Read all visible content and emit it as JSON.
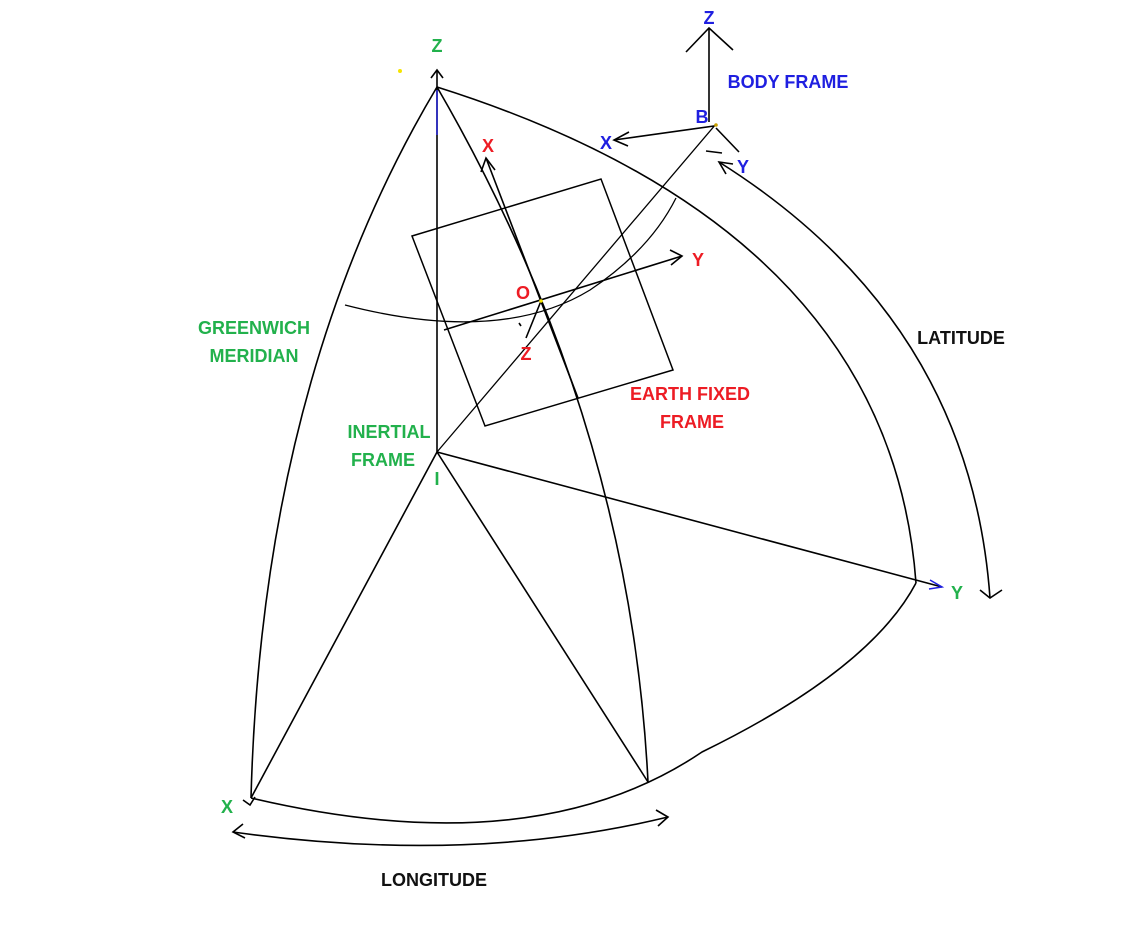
{
  "colors": {
    "inertial": "#22b14c",
    "earth_fixed": "#ed1c24",
    "body": "#1f1fe0",
    "neutral": "#111111"
  },
  "labels": {
    "inertial_z": "Z",
    "inertial_x": "X",
    "inertial_y": "Y",
    "inertial_origin": "I",
    "inertial_frame": [
      "INERTIAL",
      "FRAME"
    ],
    "greenwich_meridian": [
      "GREENWICH",
      "MERIDIAN"
    ],
    "earth_origin": "O",
    "earth_x": "X",
    "earth_y": "Y",
    "earth_z": "Z",
    "earth_fixed_frame": [
      "EARTH FIXED",
      "FRAME"
    ],
    "body_origin": "B",
    "body_x": "X",
    "body_y": "Y",
    "body_z": "Z",
    "body_frame": "BODY FRAME",
    "latitude": "LATITUDE",
    "longitude": "LONGITUDE"
  }
}
